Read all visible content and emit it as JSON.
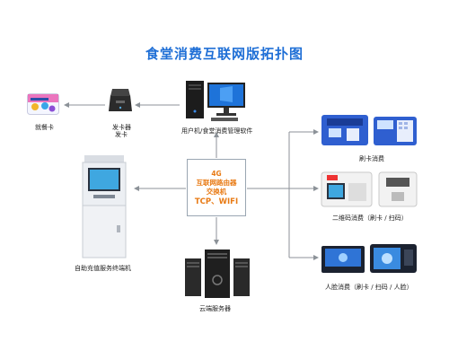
{
  "title": "食堂消费互联网版拓扑图",
  "hub": {
    "line1": "4G",
    "line2": "互联网路由器",
    "line3": "交换机",
    "line4": "TCP、WIFI"
  },
  "nodes": {
    "card": "就餐卡",
    "issuer_line1": "发卡器",
    "issuer_line2": "发卡",
    "pc": "用户机/食堂消费管理软件",
    "kiosk": "自助充值服务终端机",
    "server": "云端服务器",
    "swipe": "刷卡消费",
    "qr": "二维码消费（刷卡 / 扫码）",
    "face": "人脸消费（刷卡 / 扫码 / 人脸）"
  },
  "colors": {
    "title": "#1f6fd6",
    "hub_text": "#e87a14",
    "line": "#8c9298",
    "device_blue": "#2f5fd0"
  }
}
